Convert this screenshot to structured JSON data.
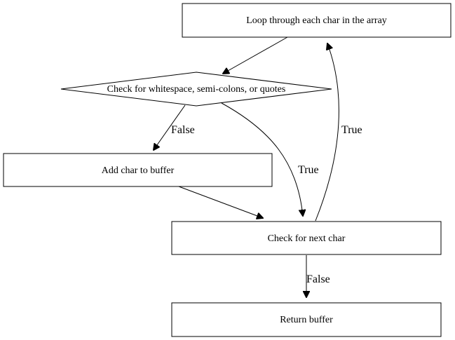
{
  "nodes": {
    "loop": "Loop through each char in the array",
    "check_ws": "Check for whitespace, semi-colons, or quotes",
    "add_char": "Add char to buffer",
    "next_char": "Check for next char",
    "return_buf": "Return buffer"
  },
  "edges": {
    "ws_false": "False",
    "ws_true": "True",
    "next_true": "True",
    "next_false": "False"
  }
}
